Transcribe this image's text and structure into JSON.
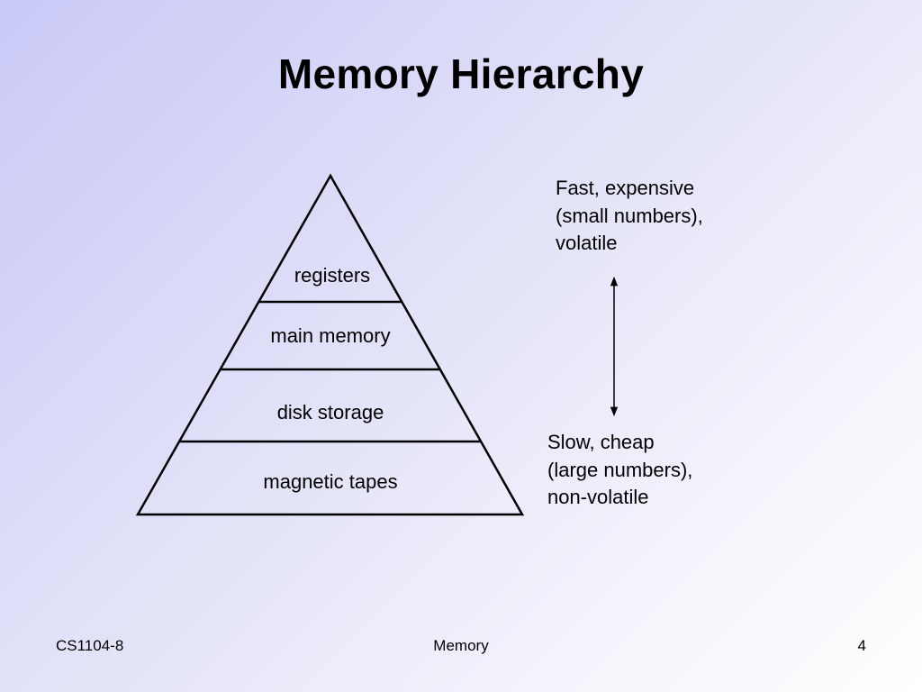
{
  "slide": {
    "title": "Memory Hierarchy"
  },
  "pyramid": {
    "levels": [
      {
        "label": "registers"
      },
      {
        "label": "main memory"
      },
      {
        "label": "disk storage"
      },
      {
        "label": "magnetic tapes"
      }
    ]
  },
  "notes": {
    "top": {
      "lines": [
        "Fast, expensive",
        "(small numbers),",
        "volatile"
      ]
    },
    "bottom": {
      "lines": [
        "Slow, cheap",
        "(large numbers),",
        "non-volatile"
      ]
    }
  },
  "footer": {
    "course": "CS1104-8",
    "topic": "Memory",
    "page_number": "4"
  }
}
